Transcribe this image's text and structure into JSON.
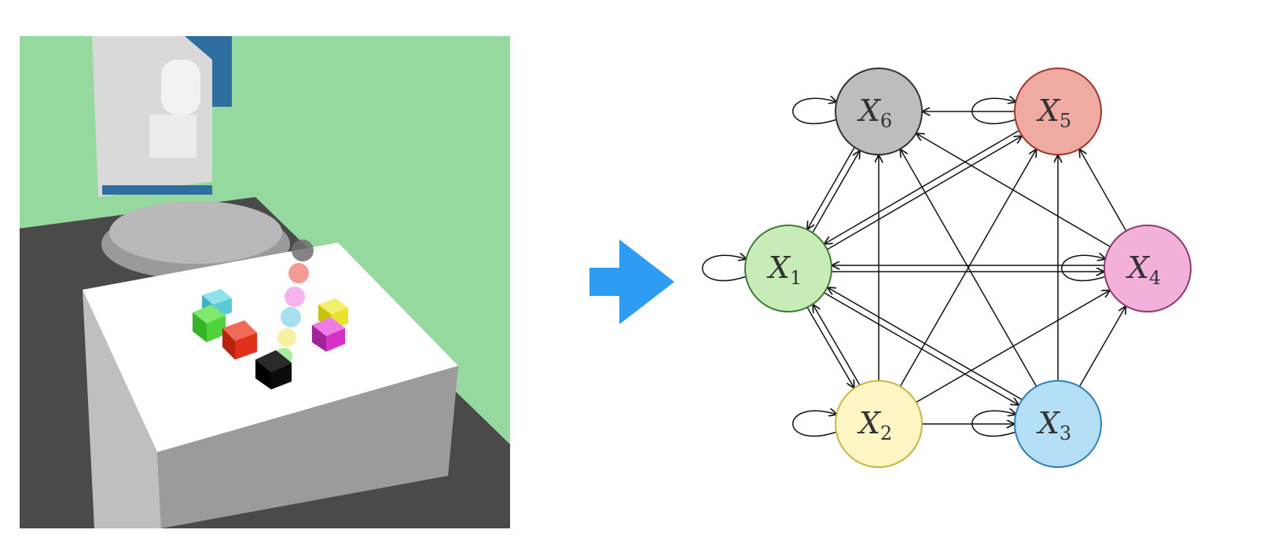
{
  "scene": {
    "objects": [
      {
        "name": "cyan-cube",
        "color": "#5ec9d6"
      },
      {
        "name": "green-cube",
        "color": "#4fd33a"
      },
      {
        "name": "red-cube",
        "color": "#e0301c"
      },
      {
        "name": "black-cube",
        "color": "#0c0c0c"
      },
      {
        "name": "yellow-cube",
        "color": "#e8e22a"
      },
      {
        "name": "magenta-cube",
        "color": "#d531c6"
      }
    ],
    "goal_markers": [
      "#6e6e6e",
      "#f39a95",
      "#f7b2f0",
      "#a7e0f0",
      "#f6f0a5",
      "#a7ed9e"
    ],
    "colors": {
      "background": "#96d99f",
      "floor": "#4a4a4a",
      "table": "#ffffff",
      "robot": "#d9d9d9",
      "robot_accent": "#2f6fa0"
    }
  },
  "arrow": {
    "color": "#2e9cf3"
  },
  "graph": {
    "nodes": [
      {
        "id": "X6",
        "symbol": "X",
        "subscript": "6",
        "color": "#bdbdbd",
        "border": "#333333"
      },
      {
        "id": "X5",
        "symbol": "X",
        "subscript": "5",
        "color": "#efaaa2",
        "border": "#a03530"
      },
      {
        "id": "X1",
        "symbol": "X",
        "subscript": "1",
        "color": "#c7ecb8",
        "border": "#3e7a34"
      },
      {
        "id": "X4",
        "symbol": "X",
        "subscript": "4",
        "color": "#f3b1da",
        "border": "#8a3c6d"
      },
      {
        "id": "X2",
        "symbol": "X",
        "subscript": "2",
        "color": "#fdf6c4",
        "border": "#c8b444"
      },
      {
        "id": "X3",
        "symbol": "X",
        "subscript": "3",
        "color": "#b4dff6",
        "border": "#2f7fb5"
      }
    ],
    "self_loops": [
      "X1",
      "X2",
      "X3",
      "X4",
      "X5",
      "X6"
    ],
    "edges": [
      {
        "from": "X5",
        "to": "X6"
      },
      {
        "from": "X1",
        "to": "X6"
      },
      {
        "from": "X6",
        "to": "X1"
      },
      {
        "from": "X1",
        "to": "X5"
      },
      {
        "from": "X5",
        "to": "X1"
      },
      {
        "from": "X2",
        "to": "X6"
      },
      {
        "from": "X3",
        "to": "X6"
      },
      {
        "from": "X4",
        "to": "X6"
      },
      {
        "from": "X2",
        "to": "X5"
      },
      {
        "from": "X3",
        "to": "X5"
      },
      {
        "from": "X4",
        "to": "X5"
      },
      {
        "from": "X1",
        "to": "X4"
      },
      {
        "from": "X4",
        "to": "X1"
      },
      {
        "from": "X2",
        "to": "X1"
      },
      {
        "from": "X1",
        "to": "X2"
      },
      {
        "from": "X3",
        "to": "X1"
      },
      {
        "from": "X1",
        "to": "X3"
      },
      {
        "from": "X2",
        "to": "X4"
      },
      {
        "from": "X3",
        "to": "X4"
      },
      {
        "from": "X2",
        "to": "X3"
      }
    ]
  }
}
